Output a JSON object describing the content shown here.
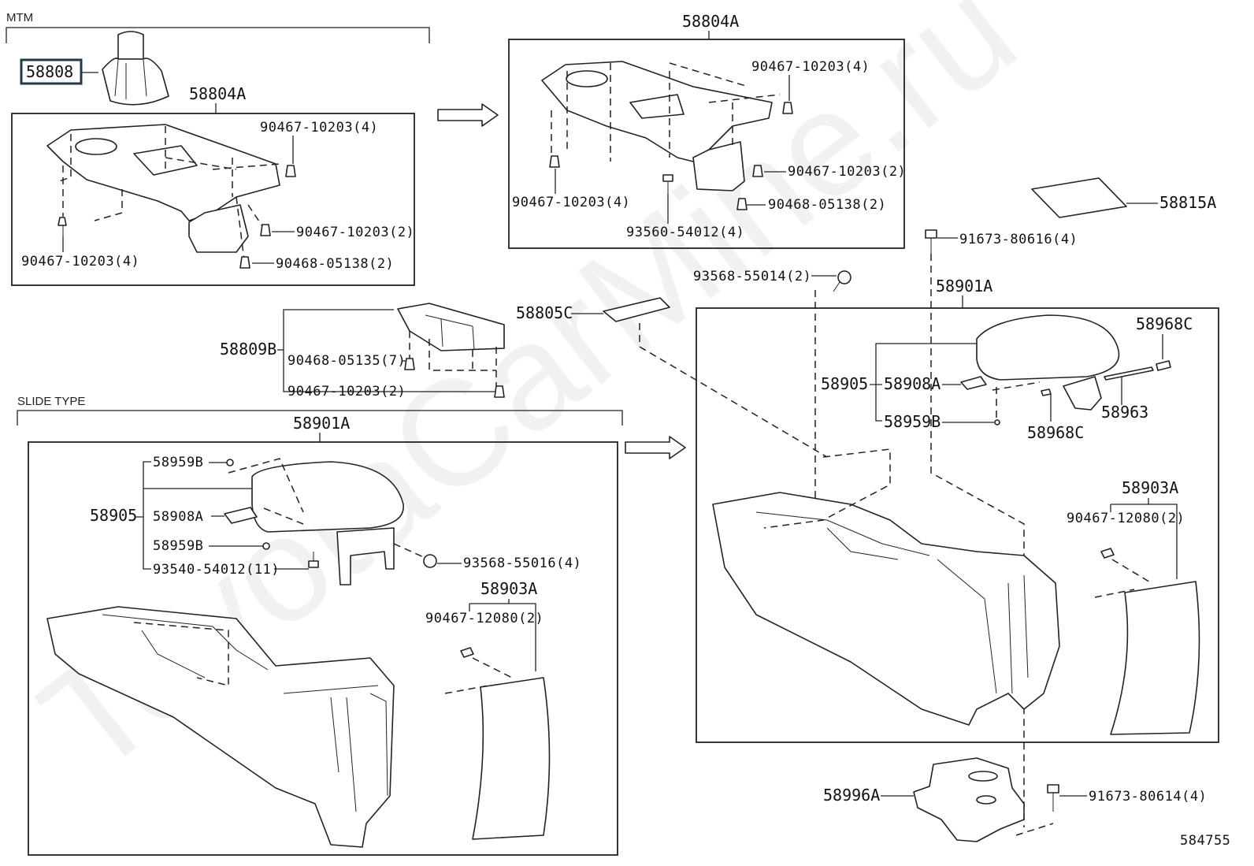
{
  "sections": {
    "mtm": "MTM",
    "slide_type": "SLIDE TYPE"
  },
  "watermark": "ToyotaCarMine.ru",
  "diagram_id": "584755",
  "highlight_color": "#1f3a4a",
  "labels": {
    "p58808": "58808",
    "p58804A_left": "58804A",
    "c90467_10203_4_a": "90467-10203(4)",
    "c90467_10203_2_a": "90467-10203(2)",
    "c90467_10203_4_b": "90467-10203(4)",
    "c90468_05138_2_a": "90468-05138(2)",
    "p58804A_top": "58804A",
    "c90467_10203_4_c": "90467-10203(4)",
    "c90467_10203_2_b": "90467-10203(2)",
    "c90467_10203_4_d": "90467-10203(4)",
    "c90468_05138_2_b": "90468-05138(2)",
    "c93560_54012_4": "93560-54012(4)",
    "p58815A": "58815A",
    "c91673_80616_4": "91673-80616(4)",
    "c93568_55014_2": "93568-55014(2)",
    "p58805C": "58805C",
    "p58809B": "58809B",
    "c90468_05135_7": "90468-05135(7)",
    "c90467_10203_2_c": "90467-10203(2)",
    "p58901A_left": "58901A",
    "p58959B_l1": "58959B",
    "p58905_l": "58905",
    "p58908A_l": "58908A",
    "p58959B_l2": "58959B",
    "c93540_54012_11": "93540-54012(11)",
    "c93568_55016_4": "93568-55016(4)",
    "p58903A_l": "58903A",
    "c90467_12080_2_l": "90467-12080(2)",
    "p58901A_right": "58901A",
    "p58968C_1": "58968C",
    "p58905_r": "58905",
    "p58908A_r": "58908A",
    "p58959B_r": "58959B",
    "p58963": "58963",
    "p58968C_2": "58968C",
    "p58903A_r": "58903A",
    "c90467_12080_2_r": "90467-12080(2)",
    "p58996A": "58996A",
    "c91673_80614_4": "91673-80614(4)"
  }
}
